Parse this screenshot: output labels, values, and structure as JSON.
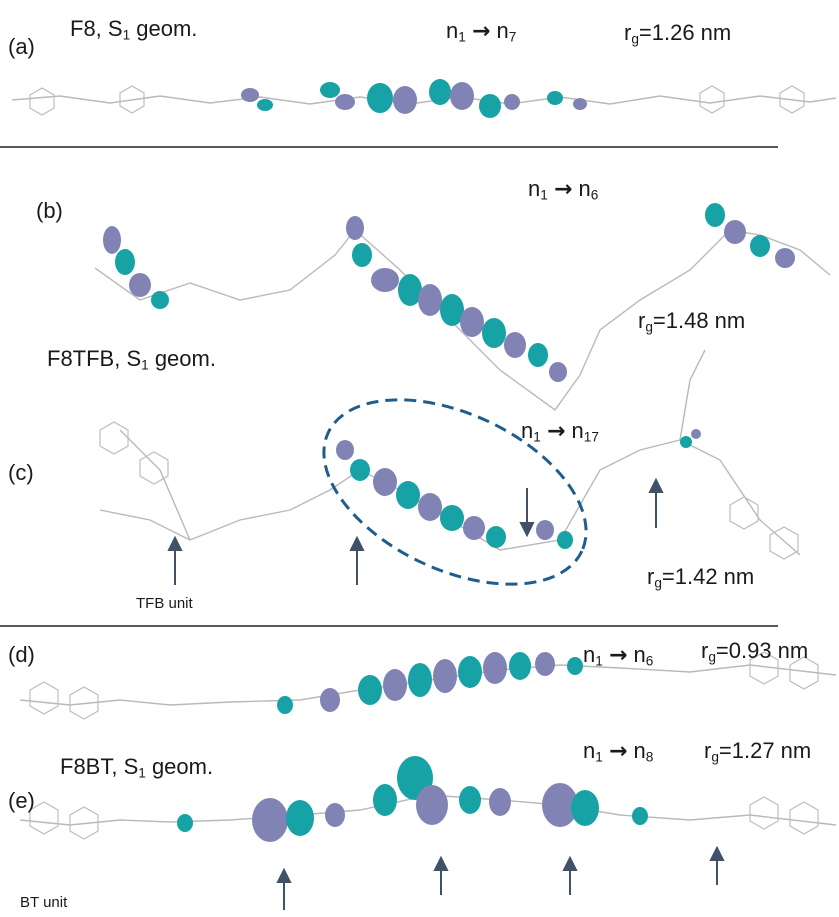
{
  "colors": {
    "orbital_cyan": "#17a3a5",
    "orbital_purple": "#8283b5",
    "skeleton": "#b9b9b9",
    "dashed_ellipse": "#1f5d8c",
    "arrow": "#3f5266",
    "separator": "#222222"
  },
  "panels": [
    {
      "id": "a",
      "label": "(a)",
      "title_prefix": "F8, S",
      "title_sub": "1",
      "title_suffix": " geom.",
      "transition_from": "n",
      "transition_from_sub": "1",
      "arrow_glyph": "→",
      "transition_to": "n",
      "transition_to_sub": "7",
      "rg_prefix": "r",
      "rg_sub": "g",
      "rg_value": "=1.26 nm"
    },
    {
      "id": "b",
      "label": "(b)",
      "title_prefix": "F8TFB, S",
      "title_sub": "1",
      "title_suffix": " geom.",
      "transition_from": "n",
      "transition_from_sub": "1",
      "arrow_glyph": "→",
      "transition_to": "n",
      "transition_to_sub": "6",
      "rg_prefix": "r",
      "rg_sub": "g",
      "rg_value": "=1.48 nm"
    },
    {
      "id": "c",
      "label": "(c)",
      "transition_from": "n",
      "transition_from_sub": "1",
      "arrow_glyph": "→",
      "transition_to": "n",
      "transition_to_sub": "17",
      "rg_prefix": "r",
      "rg_sub": "g",
      "rg_value": "=1.42 nm",
      "unit_label": "TFB unit"
    },
    {
      "id": "d",
      "label": "(d)",
      "transition_from": "n",
      "transition_from_sub": "1",
      "arrow_glyph": "→",
      "transition_to": "n",
      "transition_to_sub": "6",
      "rg_prefix": "r",
      "rg_sub": "g",
      "rg_value": "=0.93 nm"
    },
    {
      "id": "e",
      "label": "(e)",
      "title_prefix": "F8BT, S",
      "title_sub": "1",
      "title_suffix": " geom.",
      "transition_from": "n",
      "transition_from_sub": "1",
      "arrow_glyph": "→",
      "transition_to": "n",
      "transition_to_sub": "8",
      "rg_prefix": "r",
      "rg_sub": "g",
      "rg_value": "=1.27 nm",
      "unit_label": "BT unit"
    }
  ]
}
